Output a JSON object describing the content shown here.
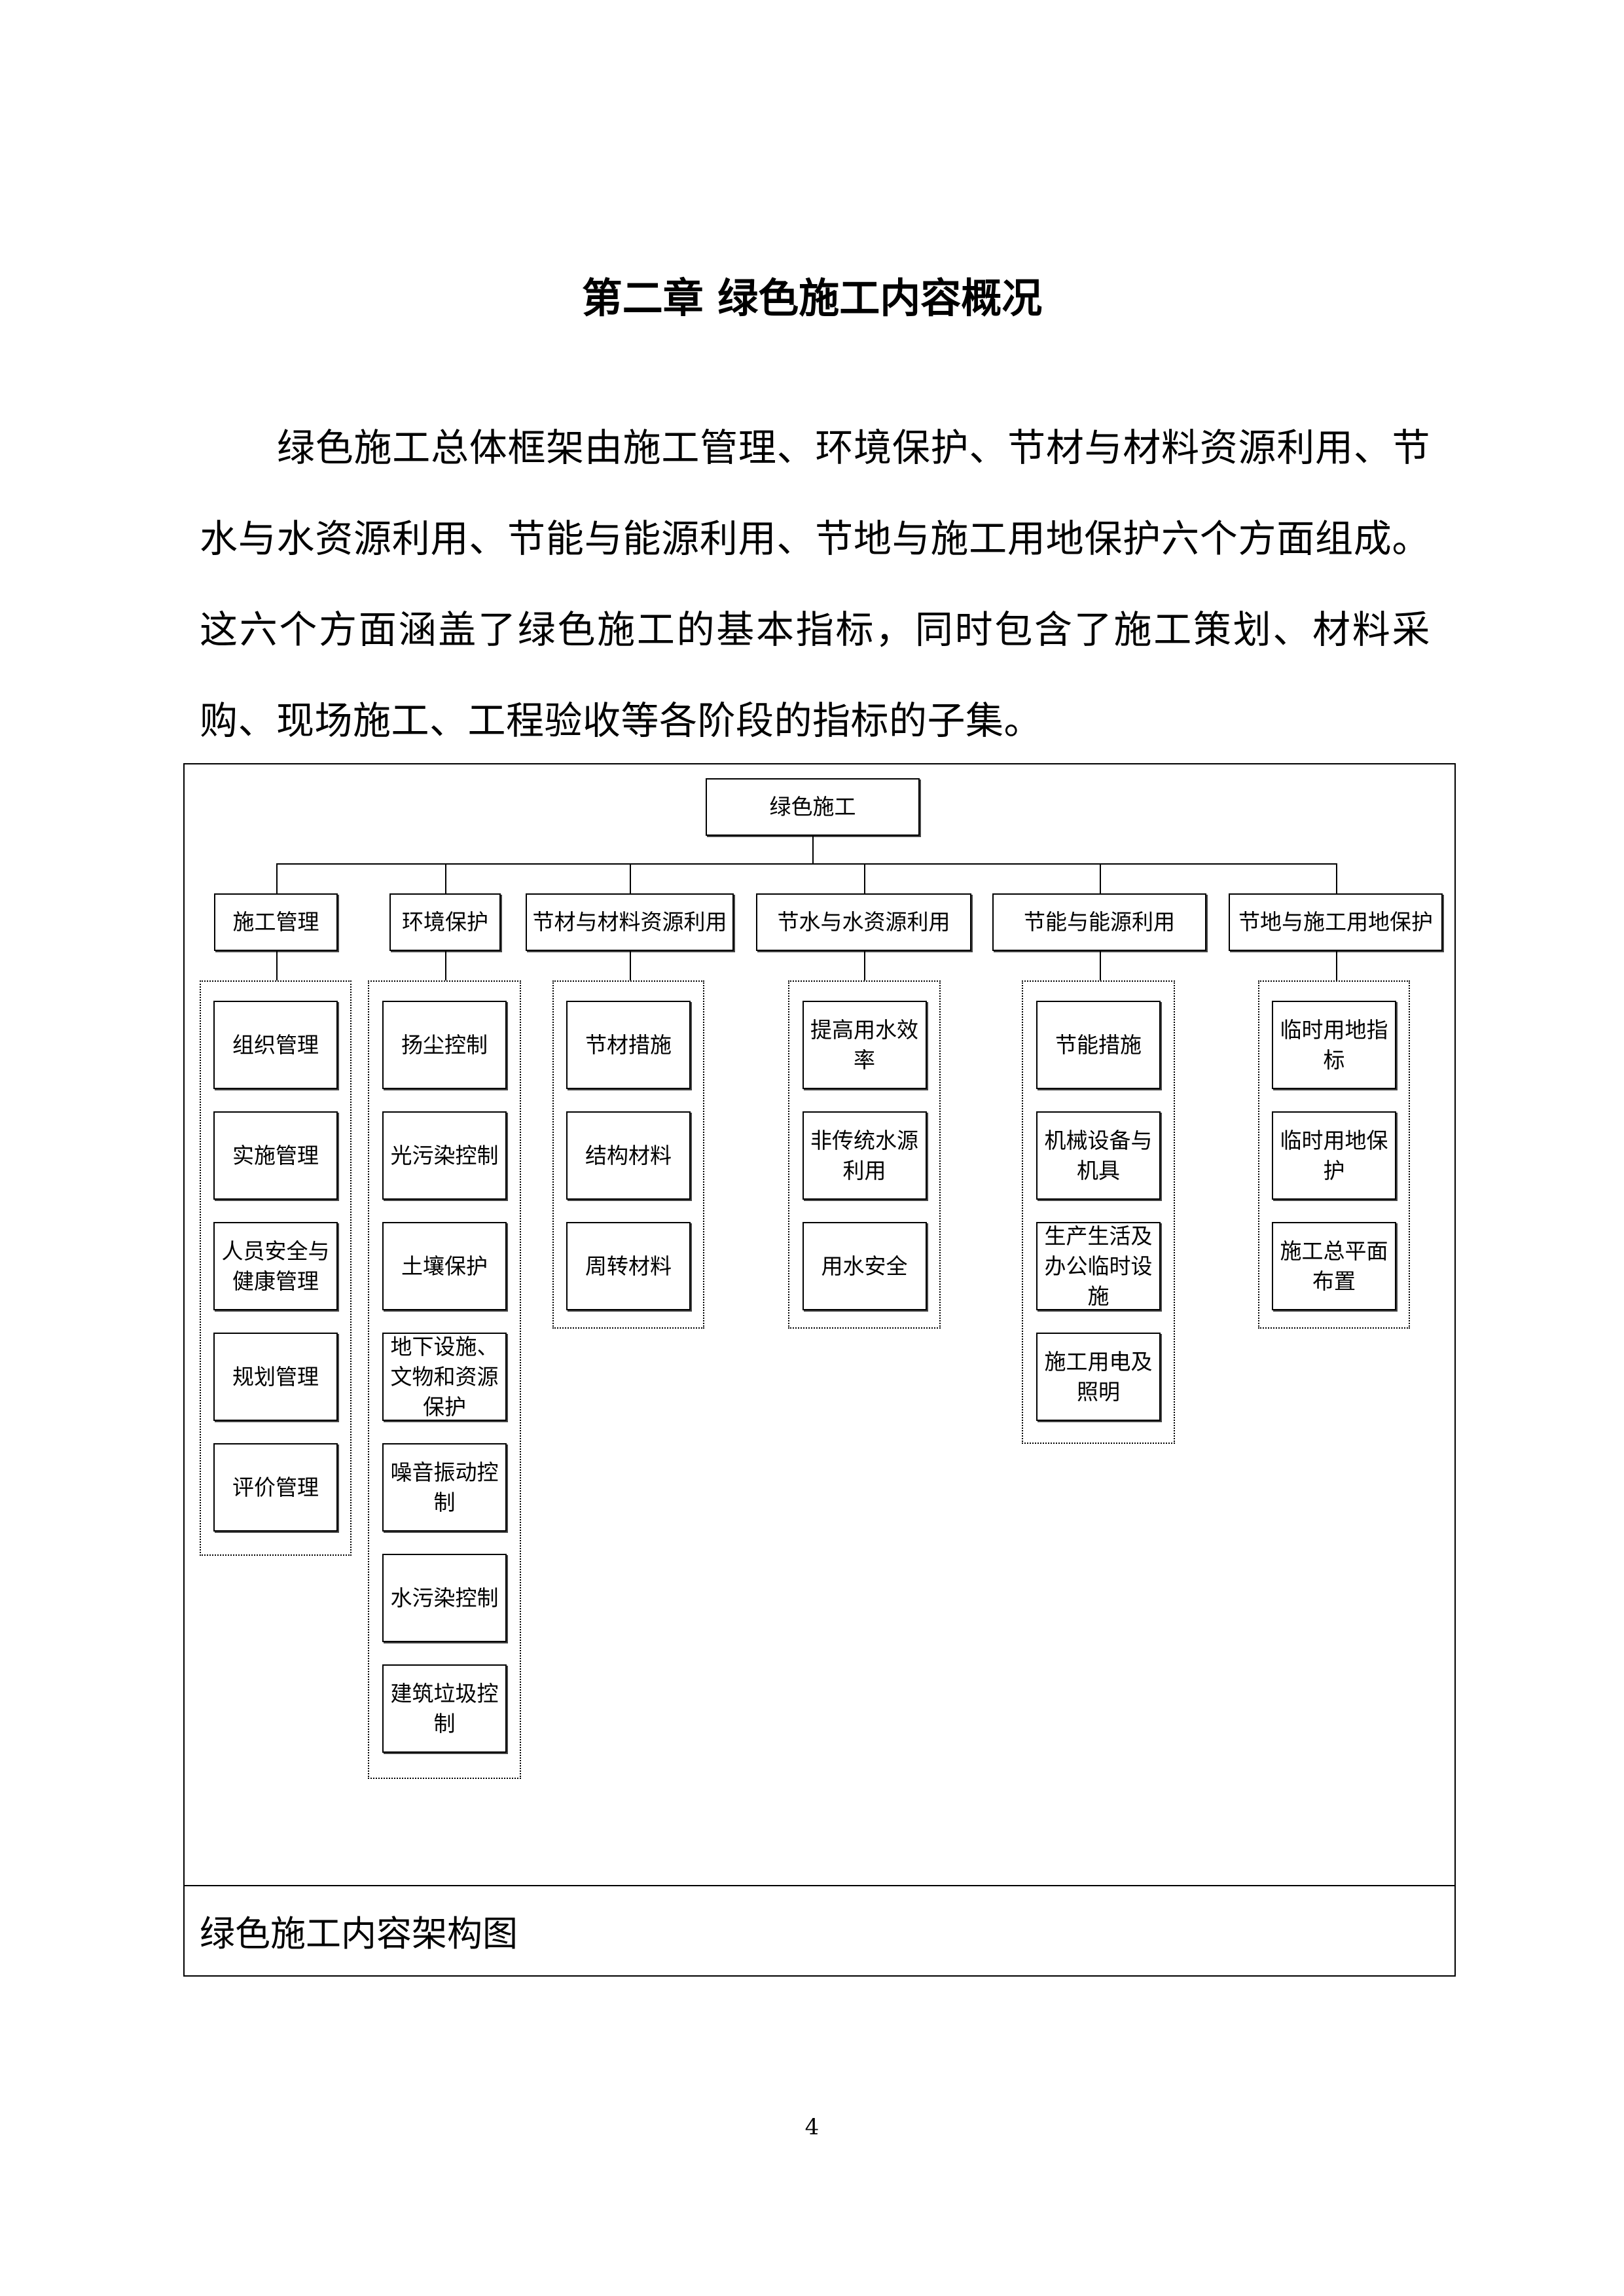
{
  "heading": "第二章  绿色施工内容概况",
  "paragraph": "绿色施工总体框架由施工管理、环境保护、节材与材料资源利用、节水与水资源利用、节能与能源利用、节地与施工用地保护六个方面组成。这六个方面涵盖了绿色施工的基本指标，同时包含了施工策划、材料采购、现场施工、工程验收等各阶段的指标的子集。",
  "diagram": {
    "root": "绿色施工",
    "categories": [
      {
        "label": "施工管理",
        "items": [
          "组织管理",
          "实施管理",
          "人员安全与健康管理",
          "规划管理",
          "评价管理"
        ]
      },
      {
        "label": "环境保护",
        "items": [
          "扬尘控制",
          "光污染控制",
          "土壤保护",
          "地下设施、文物和资源保护",
          "噪音振动控制",
          "水污染控制",
          "建筑垃圾控制"
        ]
      },
      {
        "label": "节材与材料资源利用",
        "items": [
          "节材措施",
          "结构材料",
          "周转材料"
        ]
      },
      {
        "label": "节水与水资源利用",
        "items": [
          "提高用水效率",
          "非传统水源利用",
          "用水安全"
        ]
      },
      {
        "label": "节能与能源利用",
        "items": [
          "节能措施",
          "机械设备与机具",
          "生产生活及办公临时设施",
          "施工用电及照明"
        ]
      },
      {
        "label": "节地与施工用地保护",
        "items": [
          "临时用地指标",
          "临时用地保护",
          "施工总平面布置"
        ]
      }
    ]
  },
  "caption": "绿色施工内容架构图",
  "page_number": "4"
}
